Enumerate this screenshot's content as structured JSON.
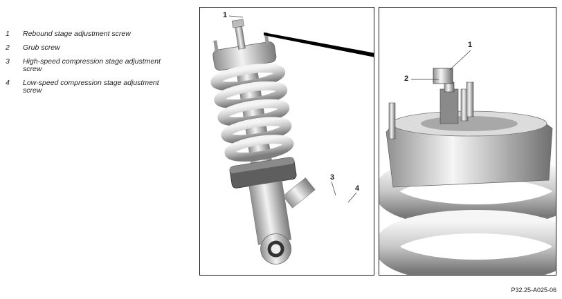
{
  "legend": [
    {
      "num": "1",
      "text": "Rebound stage adjustment screw"
    },
    {
      "num": "2",
      "text": "Grub screw"
    },
    {
      "num": "3",
      "text": "High-speed compression stage adjustment screw"
    },
    {
      "num": "4",
      "text": "Low-speed compression stage adjustment screw"
    }
  ],
  "callouts": {
    "c1": "1",
    "c2": "2",
    "c3": "3",
    "c4": "4"
  },
  "figure_ref": "P32.25-A025-06"
}
